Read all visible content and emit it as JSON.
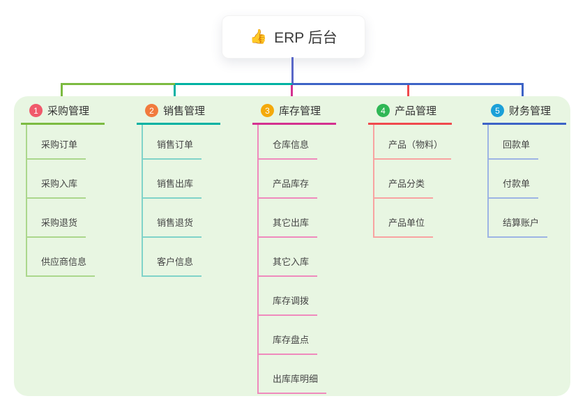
{
  "root": {
    "label": "ERP 后台",
    "icon_glyph": "👍"
  },
  "panel": {
    "bg": "#e8f6e2"
  },
  "connectors": {
    "stem_color": "#5a68c8"
  },
  "branches": [
    {
      "num": "1",
      "label": "采购管理",
      "badge_color": "#f0596b",
      "line_color": "#7cbb41",
      "sub_line_color": "#abd78c",
      "items": [
        "采购订单",
        "采购入库",
        "采购退货",
        "供应商信息"
      ]
    },
    {
      "num": "2",
      "label": "销售管理",
      "badge_color": "#f17a3d",
      "line_color": "#00b2a3",
      "sub_line_color": "#80d3c9",
      "items": [
        "销售订单",
        "销售出库",
        "销售退货",
        "客户信息"
      ]
    },
    {
      "num": "3",
      "label": "库存管理",
      "badge_color": "#f4a90b",
      "line_color": "#d43190",
      "sub_line_color": "#ef8abd",
      "items": [
        "仓库信息",
        "产品库存",
        "其它出库",
        "其它入库",
        "库存调拨",
        "库存盘点",
        "出库库明细"
      ]
    },
    {
      "num": "4",
      "label": "产品管理",
      "badge_color": "#2fb755",
      "line_color": "#f04a4e",
      "sub_line_color": "#f8a3a1",
      "items": [
        "产品（物料）",
        "产品分类",
        "产品单位"
      ]
    },
    {
      "num": "5",
      "label": "财务管理",
      "badge_color": "#1ba0d8",
      "line_color": "#3d63c6",
      "sub_line_color": "#9db4e4",
      "items": [
        "回款单",
        "付款单",
        "结算账户"
      ]
    }
  ]
}
